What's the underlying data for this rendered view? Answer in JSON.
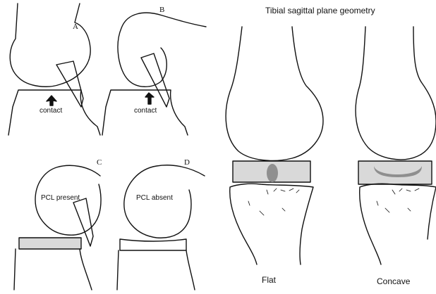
{
  "figure": {
    "left_panels": [
      {
        "letter": "A",
        "label": "contact"
      },
      {
        "letter": "B",
        "label": "contact"
      },
      {
        "letter": "C",
        "label": "PCL present"
      },
      {
        "letter": "D",
        "label": "PCL absent"
      }
    ],
    "right": {
      "title": "Tibial sagittal plane geometry",
      "captions": [
        "Flat",
        "Concave"
      ]
    },
    "colors": {
      "line": "#111111",
      "insert_fill": "#d9d9d9",
      "contact_fill": "#8f8f8f"
    }
  }
}
